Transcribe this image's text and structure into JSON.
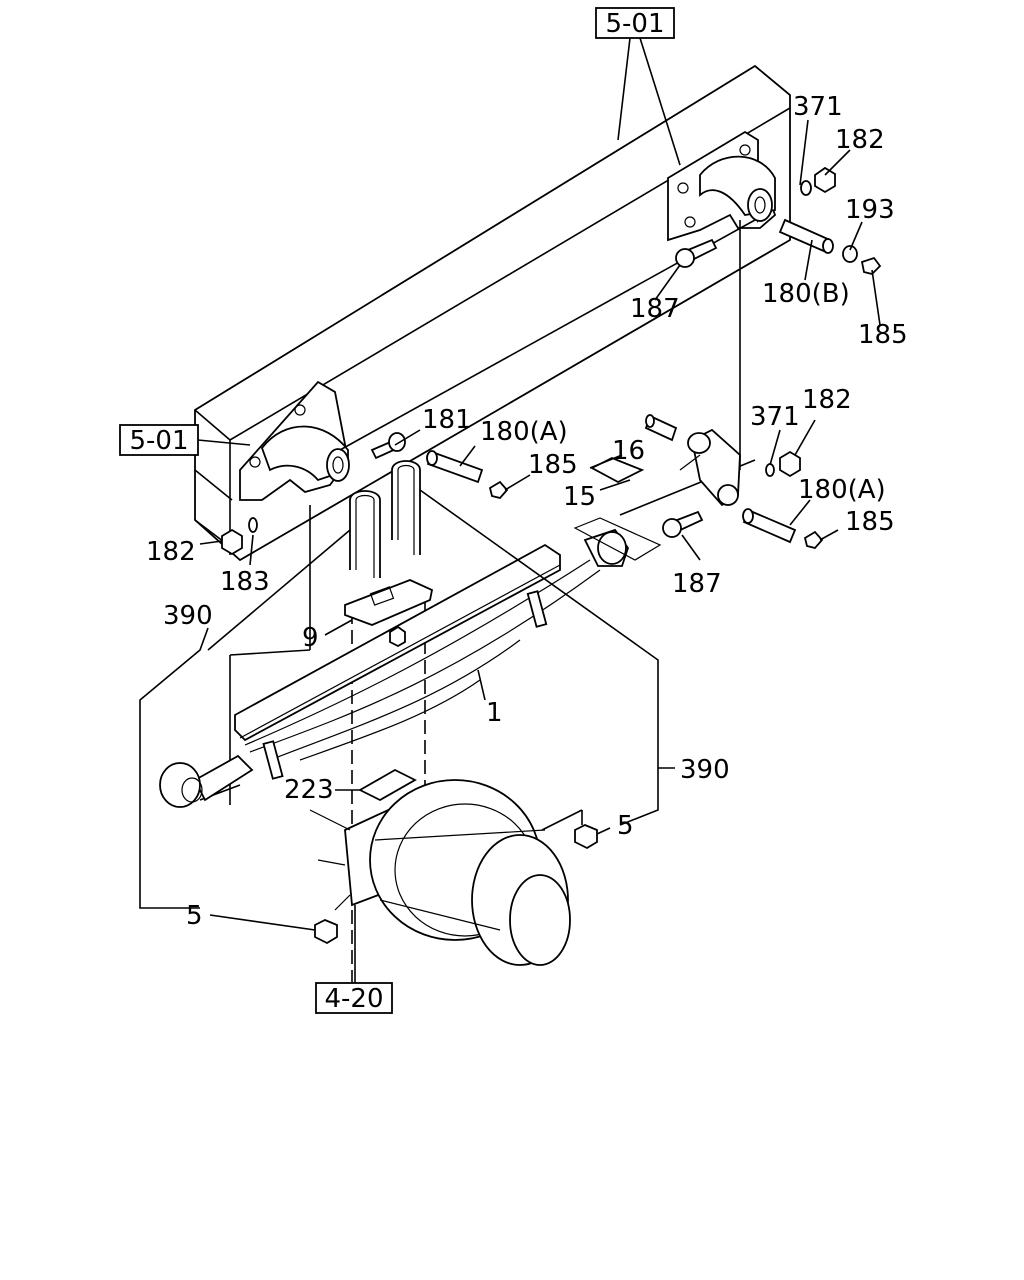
{
  "refs": {
    "frame_top": "5-01",
    "frame_left": "5-01",
    "axle": "4-20"
  },
  "labels": {
    "p371_top": "371",
    "p182_top": "182",
    "p193": "193",
    "p180b": "180(B)",
    "p185_top": "185",
    "p187_top": "187",
    "p181": "181",
    "p180a_left": "180(A)",
    "p185_mid": "185",
    "p16": "16",
    "p15": "15",
    "p371_mid": "371",
    "p182_mid": "182",
    "p180a_right": "180(A)",
    "p185_right": "185",
    "p187_mid": "187",
    "p182_left": "182",
    "p183": "183",
    "p390_left": "390",
    "p9": "9",
    "p1": "1",
    "p390_right": "390",
    "p223": "223",
    "p5_right": "5",
    "p5_left": "5"
  },
  "icons": {
    "frame_rail": "frame-rail-icon",
    "front_hanger": "spring-hanger-bracket-icon",
    "rear_hanger": "spring-hanger-bracket-icon",
    "shackle": "spring-shackle-icon",
    "leaf_spring": "leaf-spring-icon",
    "u_bolt": "u-bolt-icon",
    "axle_hub": "axle-hub-drum-icon",
    "nut": "nut-icon",
    "bolt": "bolt-icon",
    "pin": "pin-icon",
    "washer": "washer-icon",
    "grease_nipple": "grease-nipple-icon"
  }
}
